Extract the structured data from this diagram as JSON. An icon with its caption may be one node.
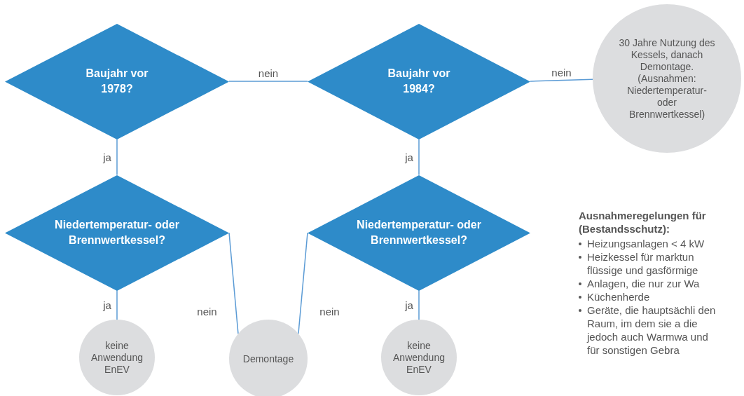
{
  "diagram": {
    "nodes": [
      {
        "text": [
          "Baujahr vor 1978?"
        ]
      },
      {
        "text": [
          "Baujahr vor 1984?"
        ]
      },
      {
        "text": [
          "30 Jahre Nutzung des Kessels, danach Demontage. (Ausnahmen: Niedertemperatur- oder Brennwertkessel)"
        ]
      },
      {
        "text": [
          "Niedertemperatur- oder Brennwertkessel?"
        ]
      },
      {
        "text": [
          "Niedertemperatur- oder Brennwertkessel?"
        ]
      },
      {
        "text": [
          "keine Anwendung EnEV"
        ]
      },
      {
        "text": [
          "Demontage"
        ]
      },
      {
        "text": [
          "keine Anwendung EnEV"
        ]
      }
    ],
    "edges": [
      {
        "from": 0,
        "to": 1,
        "arrow": "none",
        "label": "nein"
      },
      {
        "from": 1,
        "to": 2,
        "arrow": "none",
        "label": "nein"
      },
      {
        "from": 0,
        "to": 3,
        "arrow": "none",
        "label": "ja"
      },
      {
        "from": 1,
        "to": 4,
        "arrow": "none",
        "label": "ja"
      },
      {
        "from": 3,
        "to": 5,
        "arrow": "none",
        "label": "ja"
      },
      {
        "from": 3,
        "to": 6,
        "arrow": "none",
        "label": "nein"
      },
      {
        "from": 4,
        "to": 6,
        "arrow": "none",
        "label": "nein"
      },
      {
        "from": 4,
        "to": 7,
        "arrow": "none",
        "label": "ja"
      }
    ],
    "labels": [
      "Ausnahmeregelungen für (Bestandsschutz):",
      "Heizungsanlagen < 4 kW",
      "Heizkessel für marktun flüssige und gasförmige",
      "Anlagen, die nur zur Wa",
      "Küchenherde",
      "Geräte, die hauptsächli den Raum, im dem sie a die jedoch auch Warmwa und für sonstigen Gebra"
    ]
  }
}
